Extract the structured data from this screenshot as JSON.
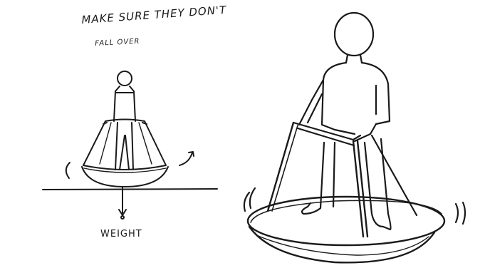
{
  "annotations": {
    "note_line_1": "MAKE SURE THEY DON'T",
    "note_line_2": "FALL OVER",
    "weight_label": "WEIGHT"
  }
}
